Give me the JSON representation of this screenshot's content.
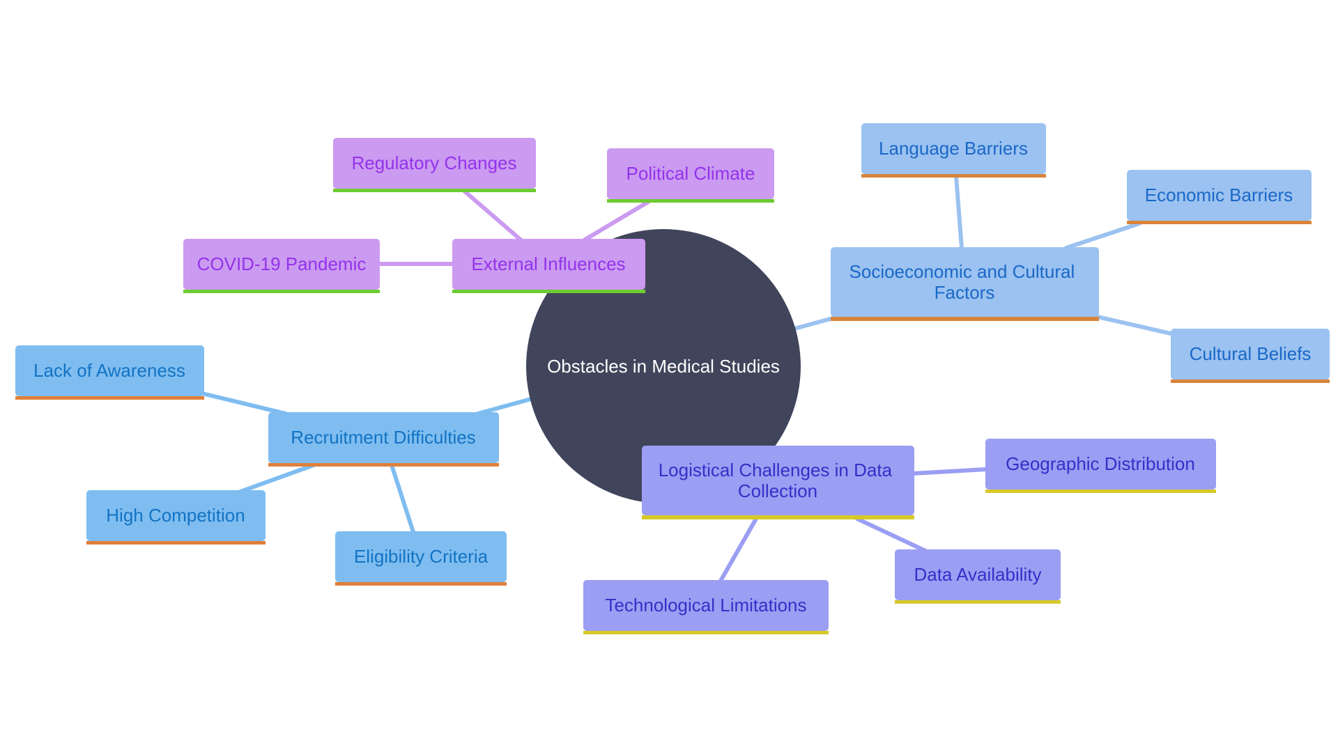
{
  "center": {
    "label": "Obstacles in Medical Studies"
  },
  "branches": {
    "external": {
      "label": "External Influences",
      "children": {
        "regulatory": "Regulatory Changes",
        "political": "Political Climate",
        "covid": "COVID-19 Pandemic"
      }
    },
    "socio": {
      "label_line1": "Socioeconomic and Cultural",
      "label_line2": "Factors",
      "children": {
        "language": "Language Barriers",
        "economic": "Economic Barriers",
        "cultural": "Cultural Beliefs"
      }
    },
    "recruitment": {
      "label": "Recruitment Difficulties",
      "children": {
        "awareness": "Lack of Awareness",
        "competition": "High Competition",
        "eligibility": "Eligibility Criteria"
      }
    },
    "logistical": {
      "label_line1": "Logistical Challenges in Data",
      "label_line2": "Collection",
      "children": {
        "geographic": "Geographic Distribution",
        "availability": "Data Availability",
        "technological": "Technological Limitations"
      }
    }
  },
  "colors": {
    "center": "#41455b",
    "purple_link": "#cb9af1",
    "blueA_link": "#7fbdf0",
    "blueB_link": "#9bc2f0",
    "violet_link": "#9b9ef3"
  }
}
